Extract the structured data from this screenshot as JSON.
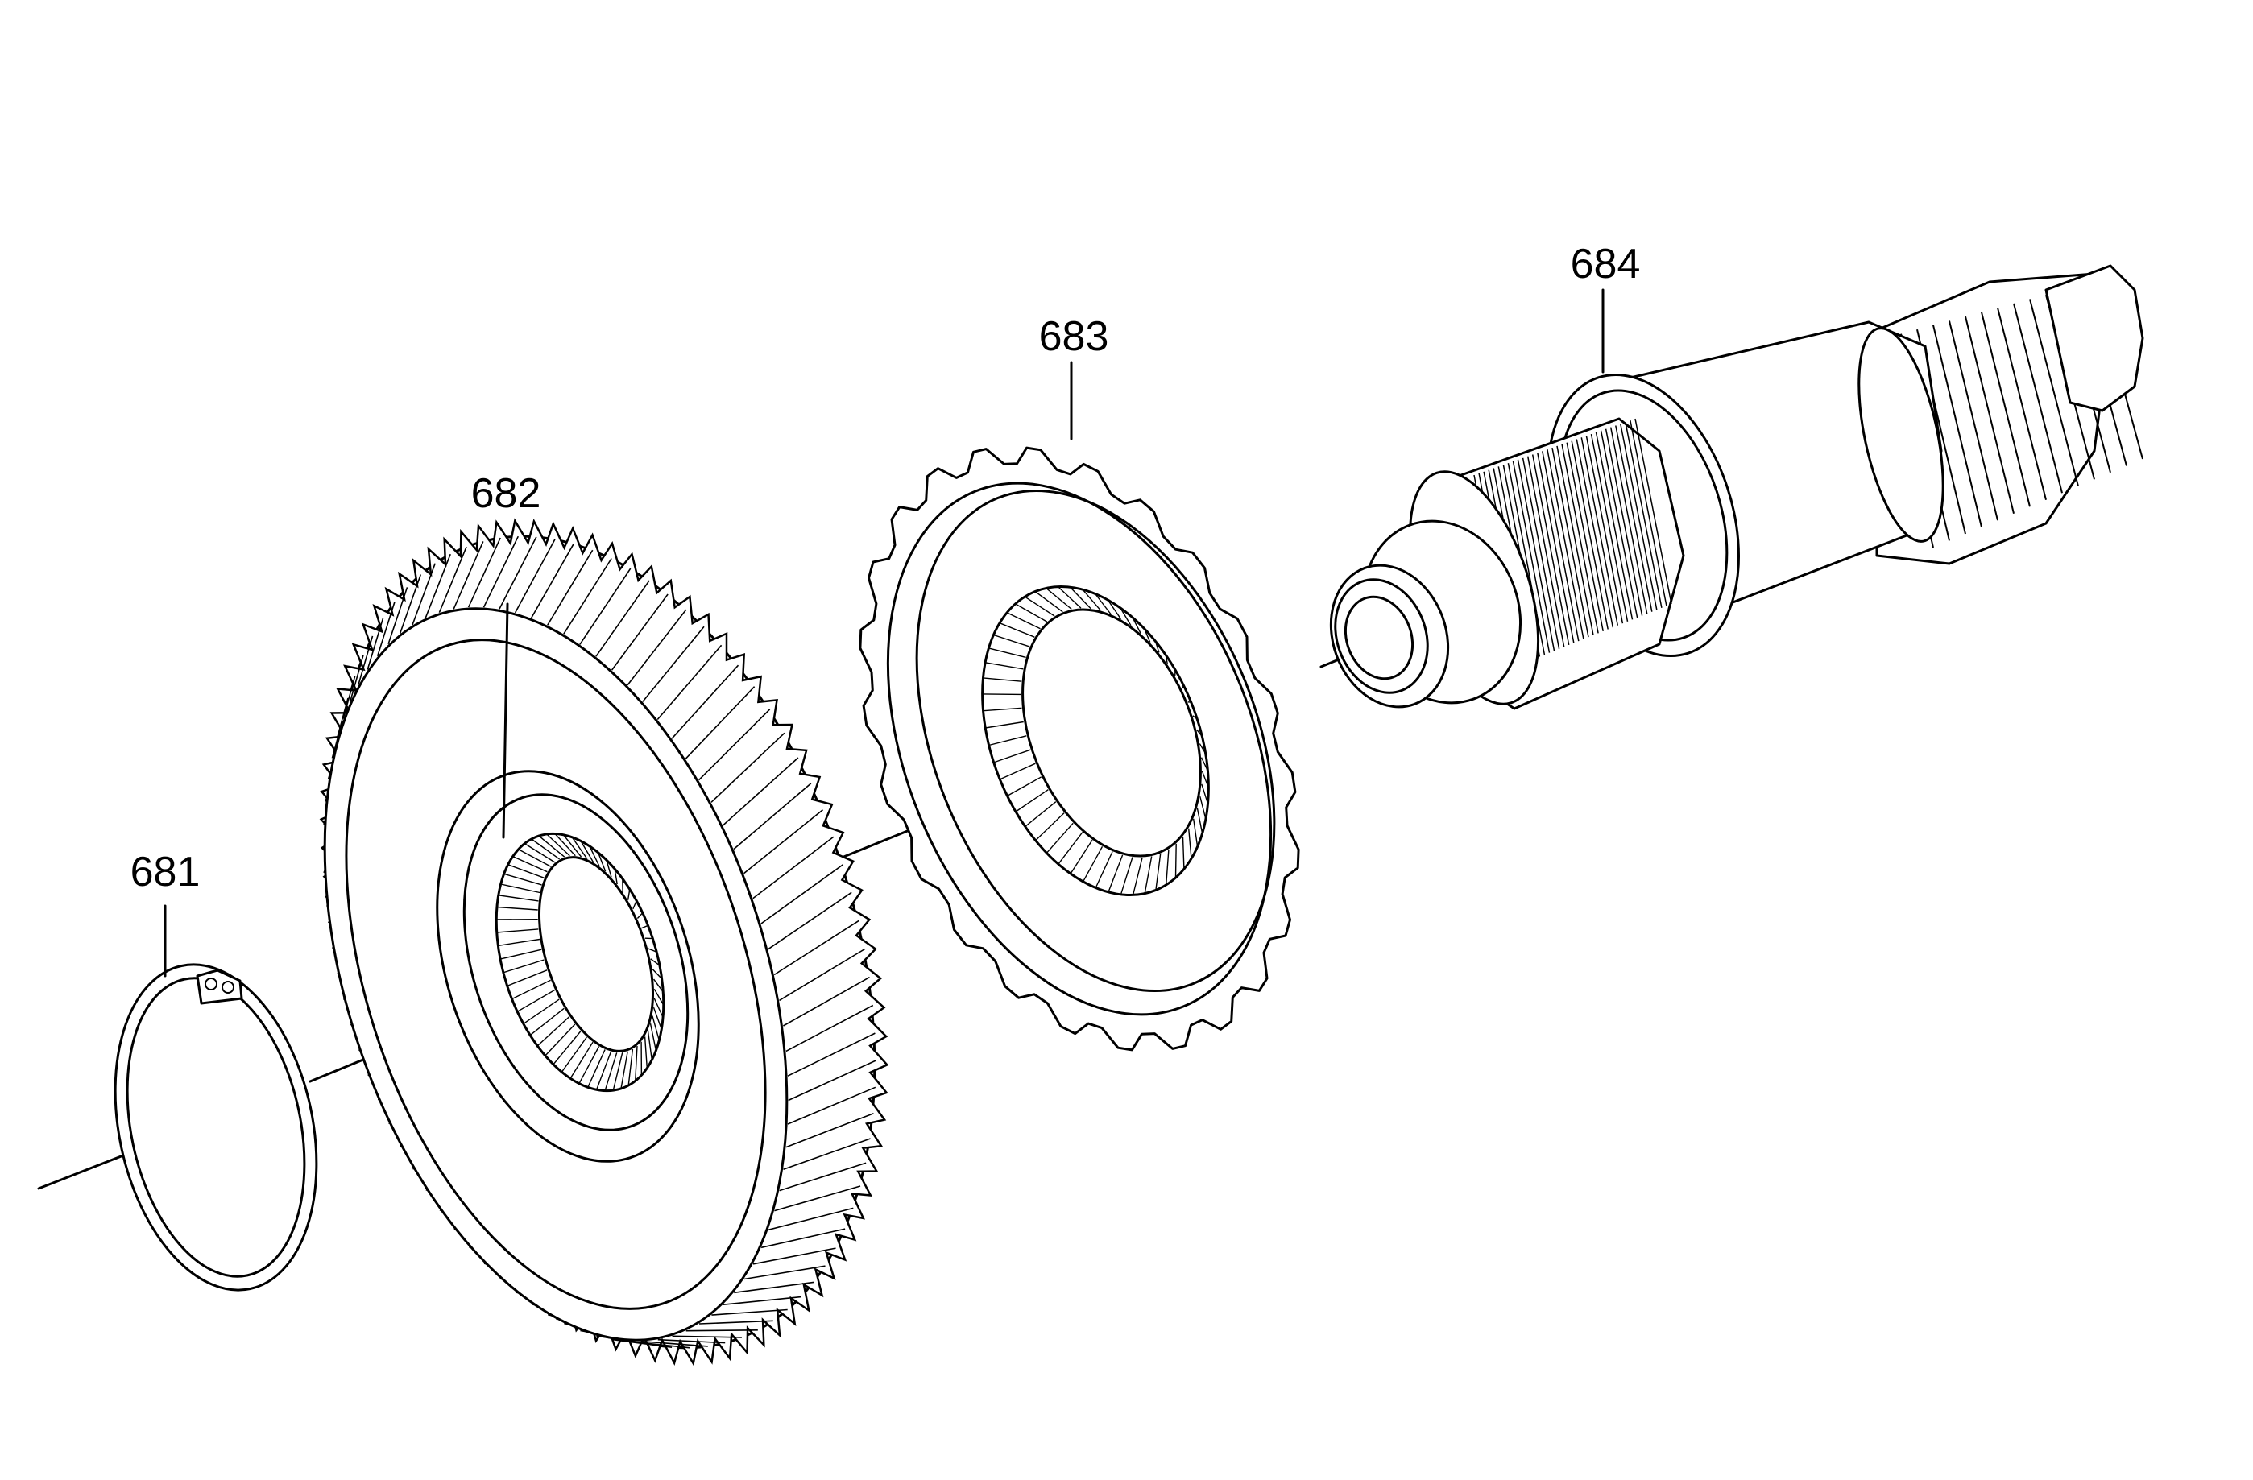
{
  "diagram": {
    "background_color": "#ffffff",
    "line_color": "#000000",
    "parts": [
      {
        "id": "ring",
        "label": "681"
      },
      {
        "id": "gear",
        "label": "682"
      },
      {
        "id": "synchro-ring",
        "label": "683"
      },
      {
        "id": "shaft",
        "label": "684"
      }
    ]
  }
}
